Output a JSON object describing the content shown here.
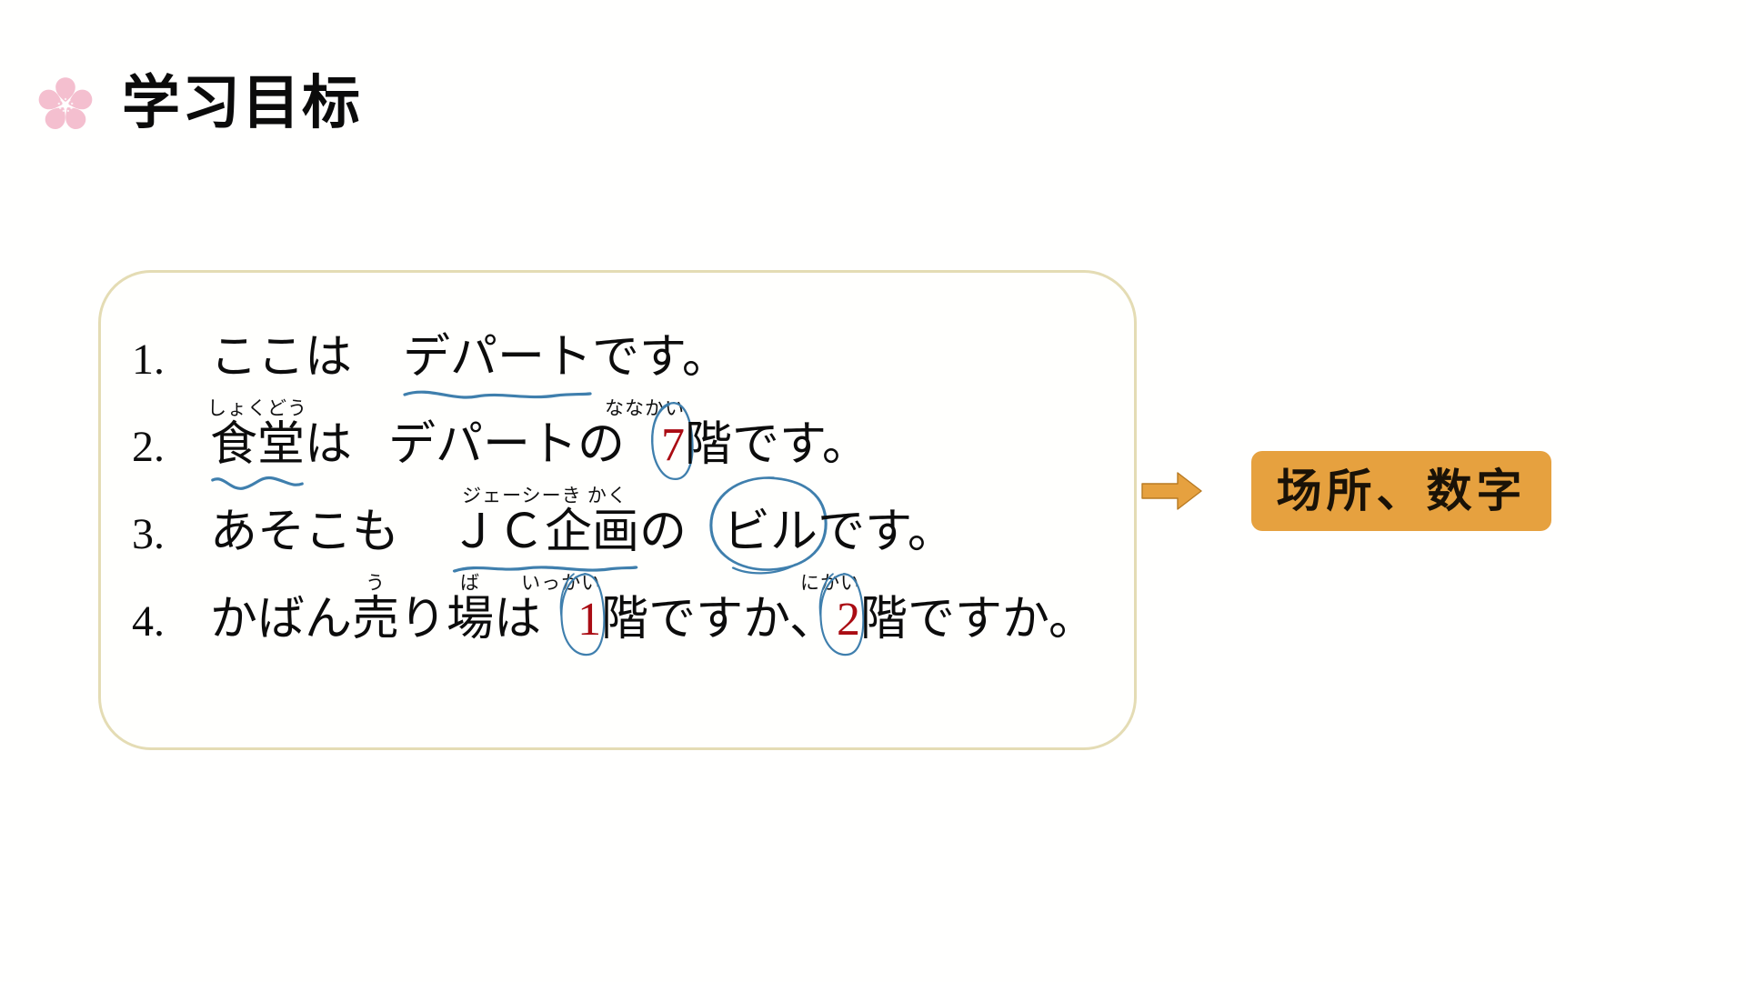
{
  "slide": {
    "title": "学习目标",
    "icon": "sakura-flower-icon",
    "background_color": "#ffffff"
  },
  "colors": {
    "title_text": "#0b0b0b",
    "sakura_pink": "#f4bfcf",
    "card_border": "#e4dcb4",
    "accent_orange": "#e6a13f",
    "annotation_blue": "#3f7fad",
    "highlight_red": "#aa0c13"
  },
  "sentence_card": {
    "lines": [
      {
        "number": "1.",
        "segments": [
          {
            "text": "ここは",
            "ruby": "",
            "mark": "none"
          },
          {
            "text": "デパート",
            "ruby": "",
            "mark": "wave"
          },
          {
            "text": "です。",
            "ruby": "",
            "mark": "none"
          }
        ],
        "full_text": "1. ここは　デパートです。"
      },
      {
        "number": "2.",
        "segments": [
          {
            "text": "食堂",
            "ruby": "しょくどう",
            "mark": "wave"
          },
          {
            "text": "は",
            "ruby": "",
            "mark": "none"
          },
          {
            "text": "デパートの",
            "ruby": "",
            "mark": "none"
          },
          {
            "text": "7",
            "ruby": "ななかい",
            "mark": "circle",
            "color": "red"
          },
          {
            "text": "階です。",
            "ruby": "",
            "mark": "none"
          }
        ],
        "full_text": "2. 食堂は　デパートの　7階です。"
      },
      {
        "number": "3.",
        "segments": [
          {
            "text": "あそこも",
            "ruby": "",
            "mark": "none"
          },
          {
            "text": "ＪＣ企画",
            "ruby": "ジェーシーき かく",
            "mark": "wave"
          },
          {
            "text": "の",
            "ruby": "",
            "mark": "none"
          },
          {
            "text": "ビル",
            "ruby": "",
            "mark": "circle"
          },
          {
            "text": "です。",
            "ruby": "",
            "mark": "none"
          }
        ],
        "full_text": "3. あそこも　ＪＣ企画の　ビルです。"
      },
      {
        "number": "4.",
        "segments": [
          {
            "text": "かばん",
            "ruby": "",
            "mark": "none"
          },
          {
            "text": "売",
            "ruby": "う",
            "mark": "none"
          },
          {
            "text": "り",
            "ruby": "",
            "mark": "none"
          },
          {
            "text": "場",
            "ruby": "ば",
            "mark": "none"
          },
          {
            "text": "は",
            "ruby": "",
            "mark": "none"
          },
          {
            "text": "1",
            "ruby": "いっかい",
            "mark": "circle",
            "color": "red"
          },
          {
            "text": "階ですか、",
            "ruby": "",
            "mark": "none"
          },
          {
            "text": "2",
            "ruby": "にかい",
            "mark": "circle",
            "color": "red"
          },
          {
            "text": "階ですか。",
            "ruby": "",
            "mark": "none"
          }
        ],
        "full_text": "4. かばん売り場は　1階ですか、2階ですか。"
      }
    ]
  },
  "flow": {
    "arrow_icon": "right-arrow-icon",
    "keyword_chip": {
      "label": "场所、数字",
      "background_color": "#e6a13f"
    }
  }
}
